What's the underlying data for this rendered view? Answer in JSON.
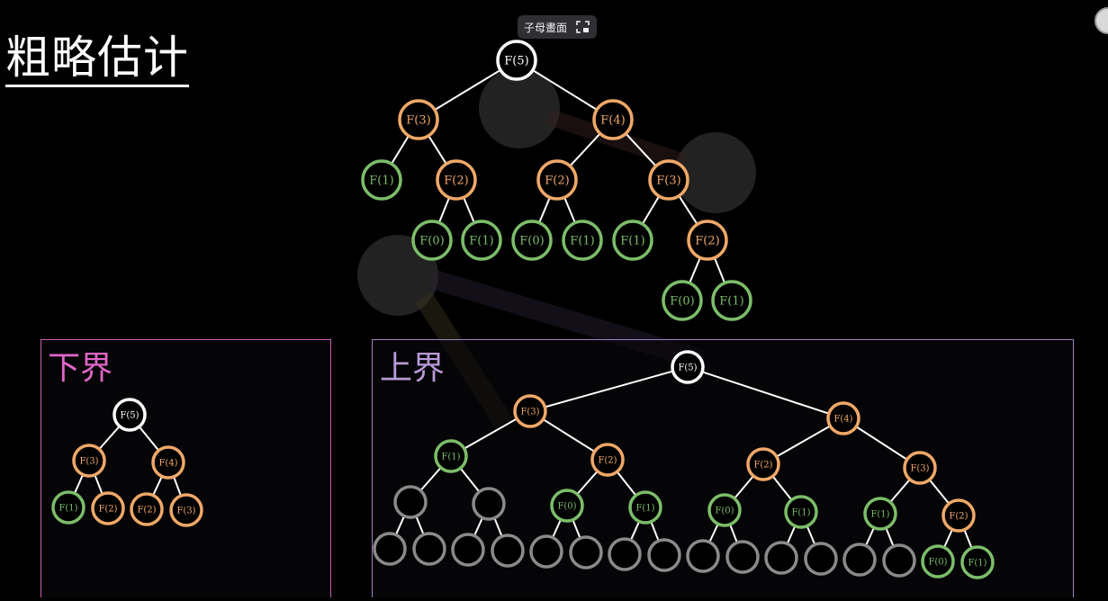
{
  "title": "粗略估计",
  "pip": {
    "label": "子母畫面",
    "icon": "picture-in-picture-icon"
  },
  "colors": {
    "root": "#ffffff",
    "internal": "#f0a868",
    "leaf": "#7cbd6a",
    "gray": "#8a8a8a",
    "edge": "#ffffff",
    "lower_bound": "#e066c8",
    "upper_bound": "#b79ad8"
  },
  "lower_bound": {
    "label": "下界"
  },
  "upper_bound": {
    "label": "上界"
  },
  "main_tree": {
    "nodes": [
      "F(5)",
      "F(3)",
      "F(4)",
      "F(1)",
      "F(2)",
      "F(2)",
      "F(3)",
      "F(0)",
      "F(1)",
      "F(0)",
      "F(1)",
      "F(1)",
      "F(2)",
      "F(0)",
      "F(1)"
    ]
  },
  "lower_tree": {
    "nodes": [
      "F(5)",
      "F(3)",
      "F(4)",
      "F(1)",
      "F(2)",
      "F(2)",
      "F(3)"
    ]
  },
  "upper_tree": {
    "nodes": [
      "F(5)",
      "F(3)",
      "F(4)",
      "F(1)",
      "F(2)",
      "F(2)",
      "F(3)",
      "F(0)",
      "F(1)",
      "F(0)",
      "F(1)",
      "F(1)",
      "F(2)",
      "F(0)",
      "F(1)"
    ]
  }
}
